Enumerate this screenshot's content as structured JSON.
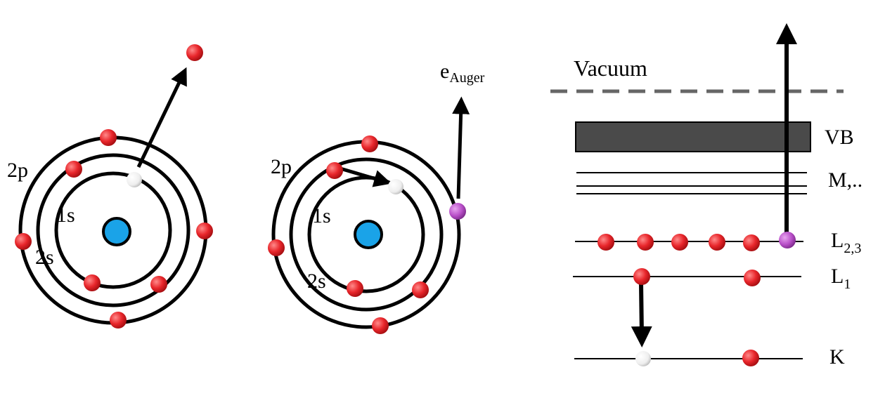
{
  "left_atom": {
    "label_2p": "2p",
    "label_1s": "1s",
    "label_2s": "2s"
  },
  "middle_atom": {
    "label_2p": "2p",
    "label_1s": "1s",
    "label_2s": "2s",
    "auger_symbol": "e",
    "auger_subscript": "Auger"
  },
  "energy_diagram": {
    "vacuum_label": "Vacuum",
    "levels": {
      "vb": "VB",
      "m": "M,..",
      "l23_main": "L",
      "l23_sub": "2,3",
      "l1_main": "L",
      "l1_sub": "1",
      "k": "K"
    }
  },
  "colors": {
    "electron": "#e8262b",
    "hole": "#f2f2f2",
    "auger_electron": "#b84fc8",
    "nucleus": "#1aa3e8",
    "valence_band": "#4a4a4a",
    "vacuum_line": "#666666"
  }
}
